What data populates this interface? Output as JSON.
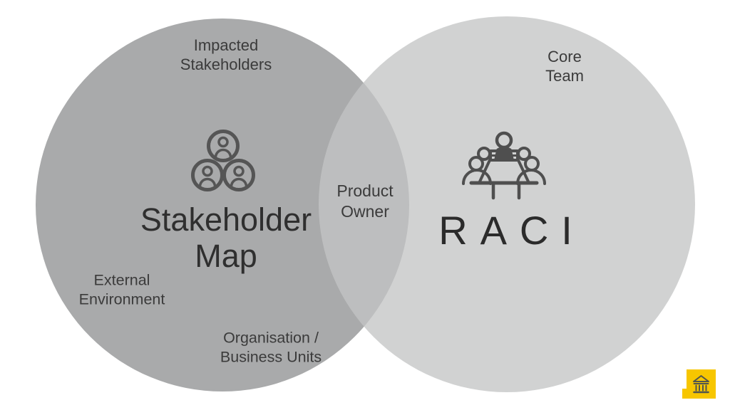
{
  "colors": {
    "background": "#ffffff",
    "left_circle": "#a9aaab",
    "right_circle": "#d1d2d2",
    "overlap": "#bdbebe",
    "text": "#3b3b3b",
    "icon_stroke": "#555555",
    "logo_yellow": "#f7c600",
    "logo_glyph": "#51554e"
  },
  "venn": {
    "left_circle": {
      "title": "Stakeholder\nMap",
      "labels": {
        "top": "Impacted\nStakeholders",
        "left": "External\nEnvironment",
        "bottom": "Organisation /\nBusiness Units"
      },
      "icon": "people-group-icon"
    },
    "right_circle": {
      "title": "RACI",
      "labels": {
        "top": "Core\nTeam"
      },
      "icon": "meeting-table-icon"
    },
    "overlap": {
      "label": "Product\nOwner"
    }
  },
  "logo": {
    "icon": "bank-icon"
  }
}
